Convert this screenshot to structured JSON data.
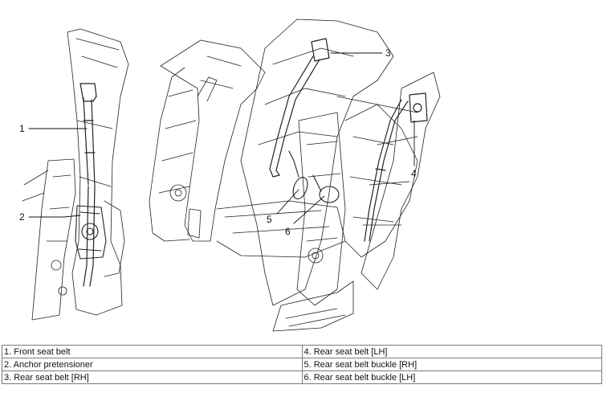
{
  "callouts": {
    "c1": "1",
    "c2": "2",
    "c3": "3",
    "c4": "4",
    "c5": "5",
    "c6": "6"
  },
  "legend": {
    "rows": [
      [
        "1. Front seat belt",
        "4. Rear seat belt [LH]"
      ],
      [
        "2. Anchor pretensioner",
        "5. Rear seat belt buckle [RH]"
      ],
      [
        "3. Rear seat belt [RH]",
        "6. Rear seat belt buckle [LH]"
      ]
    ]
  },
  "colors": {
    "line": "#222222",
    "table_border": "#7a7a7a"
  }
}
